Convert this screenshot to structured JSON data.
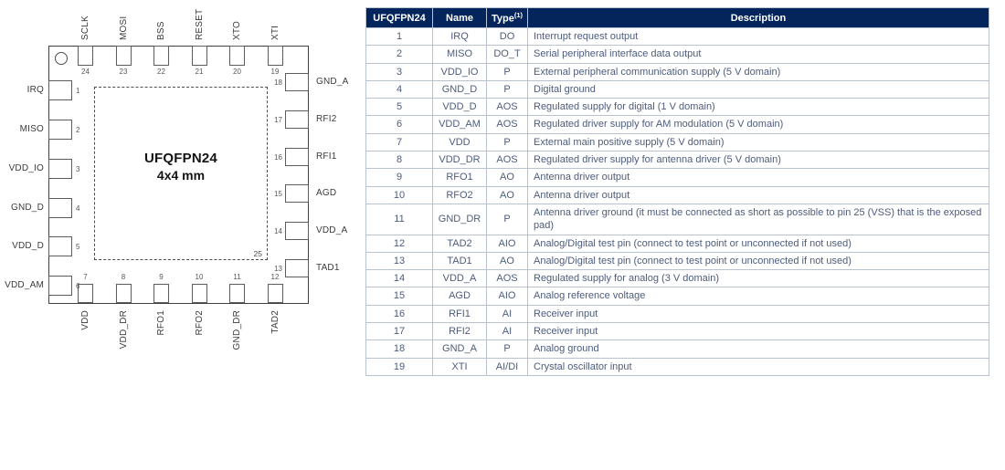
{
  "colors": {
    "table_header_bg": "#04255c",
    "table_header_text": "#ffffff",
    "table_text": "#4d5c7c",
    "table_border": "#b9c2cf",
    "diagram_line": "#3f3f3f"
  },
  "diagram": {
    "package_name": "UFQFPN24",
    "package_size": "4x4 mm",
    "center_pad_number": "25",
    "pins": {
      "top": [
        {
          "num": "24",
          "label": "SCLK"
        },
        {
          "num": "23",
          "label": "MOSI"
        },
        {
          "num": "22",
          "label": "BSS"
        },
        {
          "num": "21",
          "label": "RESET"
        },
        {
          "num": "20",
          "label": "XTO"
        },
        {
          "num": "19",
          "label": "XTI"
        }
      ],
      "bottom": [
        {
          "num": "7",
          "label": "VDD"
        },
        {
          "num": "8",
          "label": "VDD_DR"
        },
        {
          "num": "9",
          "label": "RFO1"
        },
        {
          "num": "10",
          "label": "RFO2"
        },
        {
          "num": "11",
          "label": "GND_DR"
        },
        {
          "num": "12",
          "label": "TAD2"
        }
      ],
      "left": [
        {
          "num": "1",
          "label": "IRQ"
        },
        {
          "num": "2",
          "label": "MISO"
        },
        {
          "num": "3",
          "label": "VDD_IO"
        },
        {
          "num": "4",
          "label": "GND_D"
        },
        {
          "num": "5",
          "label": "VDD_D"
        },
        {
          "num": "6",
          "label": "VDD_AM"
        }
      ],
      "right": [
        {
          "num": "18",
          "label": "GND_A"
        },
        {
          "num": "17",
          "label": "RFI2"
        },
        {
          "num": "16",
          "label": "RFI1"
        },
        {
          "num": "15",
          "label": "AGD"
        },
        {
          "num": "14",
          "label": "VDD_A"
        },
        {
          "num": "13",
          "label": "TAD1"
        }
      ]
    }
  },
  "table": {
    "header": {
      "pin": "UFQFPN24",
      "name": "Name",
      "type": "Type",
      "type_sup": "(1)",
      "desc": "Description"
    },
    "rows": [
      {
        "pin": "1",
        "name": "IRQ",
        "type": "DO",
        "desc": "Interrupt request output"
      },
      {
        "pin": "2",
        "name": "MISO",
        "type": "DO_T",
        "desc": "Serial peripheral interface data output"
      },
      {
        "pin": "3",
        "name": "VDD_IO",
        "type": "P",
        "desc": "External peripheral communication supply (5 V domain)"
      },
      {
        "pin": "4",
        "name": "GND_D",
        "type": "P",
        "desc": "Digital ground"
      },
      {
        "pin": "5",
        "name": "VDD_D",
        "type": "AOS",
        "desc": "Regulated supply for digital (1 V domain)"
      },
      {
        "pin": "6",
        "name": "VDD_AM",
        "type": "AOS",
        "desc": "Regulated driver supply for AM modulation (5 V domain)"
      },
      {
        "pin": "7",
        "name": "VDD",
        "type": "P",
        "desc": "External main positive supply (5 V domain)"
      },
      {
        "pin": "8",
        "name": "VDD_DR",
        "type": "AOS",
        "desc": "Regulated driver supply for antenna driver (5 V domain)"
      },
      {
        "pin": "9",
        "name": "RFO1",
        "type": "AO",
        "desc": "Antenna driver output"
      },
      {
        "pin": "10",
        "name": "RFO2",
        "type": "AO",
        "desc": "Antenna driver output"
      },
      {
        "pin": "11",
        "name": "GND_DR",
        "type": "P",
        "desc": "Antenna driver ground (it must be connected as short as possible to pin 25 (VSS) that is the exposed pad)"
      },
      {
        "pin": "12",
        "name": "TAD2",
        "type": "AIO",
        "desc": "Analog/Digital test pin (connect to test point or unconnected if not used)"
      },
      {
        "pin": "13",
        "name": "TAD1",
        "type": "AO",
        "desc": "Analog/Digital test pin (connect to test point or unconnected if not used)"
      },
      {
        "pin": "14",
        "name": "VDD_A",
        "type": "AOS",
        "desc": "Regulated supply for analog (3 V domain)"
      },
      {
        "pin": "15",
        "name": "AGD",
        "type": "AIO",
        "desc": "Analog reference voltage"
      },
      {
        "pin": "16",
        "name": "RFI1",
        "type": "AI",
        "desc": "Receiver input"
      },
      {
        "pin": "17",
        "name": "RFI2",
        "type": "AI",
        "desc": "Receiver input"
      },
      {
        "pin": "18",
        "name": "GND_A",
        "type": "P",
        "desc": "Analog ground"
      },
      {
        "pin": "19",
        "name": "XTI",
        "type": "AI/DI",
        "desc": "Crystal oscillator input"
      }
    ]
  }
}
